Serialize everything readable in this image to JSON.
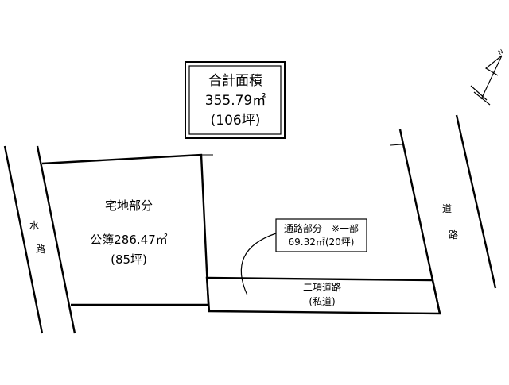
{
  "total_area_box": {
    "title": "合計面積",
    "area_sqm": "355.79㎡",
    "area_tsubo": "(106坪)"
  },
  "residential_lot": {
    "label": "宅地部分",
    "registry_area": "公簿286.47㎡",
    "area_tsubo": "(85坪)"
  },
  "road_portion_box": {
    "label": "通路部分　※一部",
    "area": "69.32㎡(20坪)"
  },
  "private_road": {
    "label": "二項道路",
    "sublabel": "(私道)"
  },
  "waterway_label": [
    "水",
    "路"
  ],
  "road_label": [
    "道",
    "路"
  ],
  "north_label": "N"
}
